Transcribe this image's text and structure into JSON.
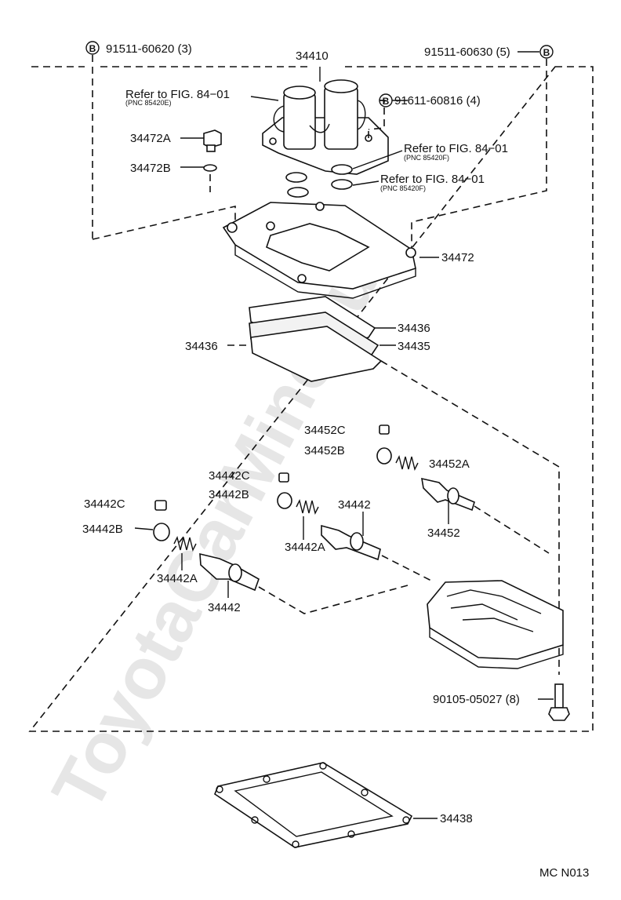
{
  "watermark": "ToyotaCarMine.ru",
  "diagram_code": "MC N013",
  "callout_letter": "B",
  "labels": {
    "top_left_bolt": "91511-60620 (3)",
    "assembly": "34410",
    "top_right_bolt": "91511-60630 (5)",
    "ref1_title": "Refer to FIG. 84−01",
    "ref1_pnc": "(PNC 85420E)",
    "bolt_91611": "91611-60816 (4)",
    "ref2_title": "Refer to FIG. 84−01",
    "ref2_pnc": "(PNC 85420F)",
    "ref3_title": "Refer to FIG. 84−01",
    "ref3_pnc": "(PNC 85420F)",
    "p34472A": "34472A",
    "p34472B": "34472B",
    "p34472": "34472",
    "p34436_right": "34436",
    "p34436_left": "34436",
    "p34435": "34435",
    "p34452C": "34452C",
    "p34452B": "34452B",
    "p34452A": "34452A",
    "p34452": "34452",
    "p34442C_mid": "34442C",
    "p34442B_mid": "34442B",
    "p34442_mid": "34442",
    "p34442A_mid": "34442A",
    "p34442C_left": "34442C",
    "p34442B_left": "34442B",
    "p34442A_left": "34442A",
    "p34442_left": "34442",
    "bolt_90105": "90105-05027 (8)",
    "p34438": "34438"
  }
}
